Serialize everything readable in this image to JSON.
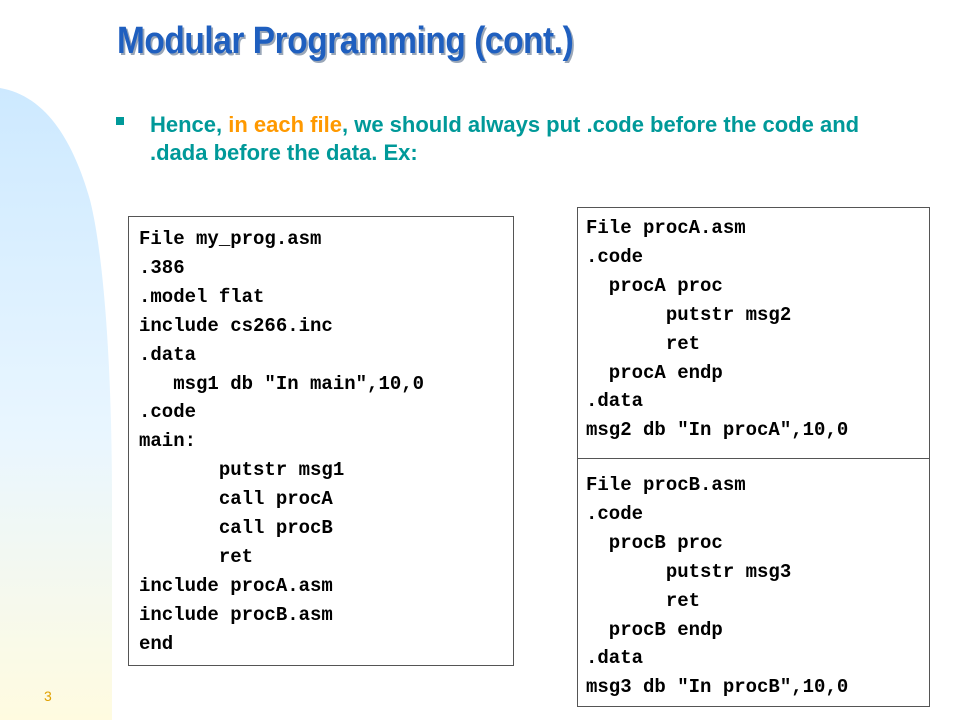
{
  "slide": {
    "title": "Modular Programming (cont.)",
    "bullet": {
      "before": "Hence, ",
      "highlight": "in each file",
      "after": ", we should always put .code before the code and .dada before the data. Ex:"
    },
    "page_number": "3"
  },
  "colors": {
    "title": "#1f5fbf",
    "bullet_text": "#009999",
    "highlight": "#ff9900",
    "file_main": "#d61f1f",
    "file_procA": "#33dd33",
    "file_procB": "#1a1adf"
  },
  "code_main": {
    "header": "File my_prog.asm",
    "lines": [
      ".386",
      ".model flat",
      "include cs266.inc",
      ".data",
      "   msg1 db \"In main\",10,0",
      ".code",
      "main:",
      "       putstr msg1",
      "       call procA",
      "       call procB",
      "       ret"
    ],
    "include_a": "include procA.asm",
    "include_b": "include procB.asm",
    "end": "end"
  },
  "code_procA": {
    "header": "File procA.asm",
    "lines": [
      ".code",
      "  procA proc",
      "       putstr msg2",
      "       ret",
      "  procA endp",
      ".data",
      "msg2 db \"In procA\",10,0"
    ]
  },
  "code_procB": {
    "header": "File procB.asm",
    "lines": [
      ".code",
      "  procB proc",
      "       putstr msg3",
      "       ret",
      "  procB endp",
      ".data",
      "msg3 db \"In procB\",10,0"
    ]
  }
}
